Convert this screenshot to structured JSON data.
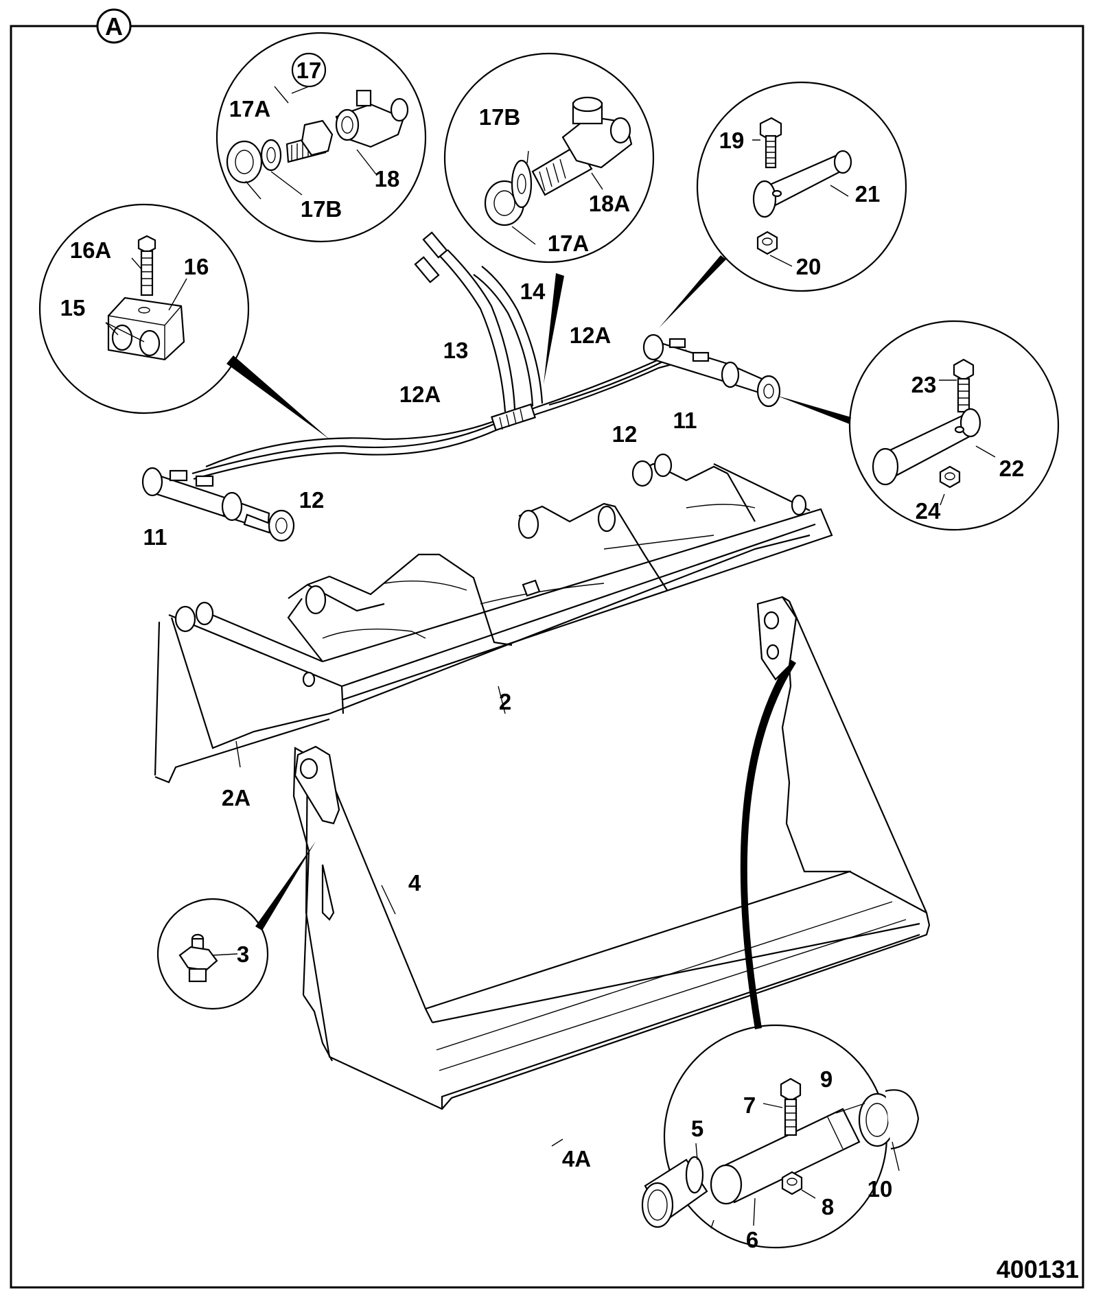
{
  "view_marker": "A",
  "figure_number": "400131",
  "callouts": {
    "c2": "2",
    "c2A": "2A",
    "c3": "3",
    "c4": "4",
    "c4A": "4A",
    "c5": "5",
    "c6": "6",
    "c7": "7",
    "c8": "8",
    "c9": "9",
    "c10": "10",
    "c11a": "11",
    "c11b": "11",
    "c12a": "12",
    "c12b": "12",
    "c12Aa": "12A",
    "c12Ab": "12A",
    "c13": "13",
    "c14": "14",
    "c15": "15",
    "c16": "16",
    "c16A": "16A",
    "c17": "17",
    "c17Aa": "17A",
    "c17Ab": "17A",
    "c17Ba": "17B",
    "c17Bb": "17B",
    "c18": "18",
    "c18A": "18A",
    "c19": "19",
    "c20": "20",
    "c21": "21",
    "c22": "22",
    "c23": "23",
    "c24": "24"
  }
}
